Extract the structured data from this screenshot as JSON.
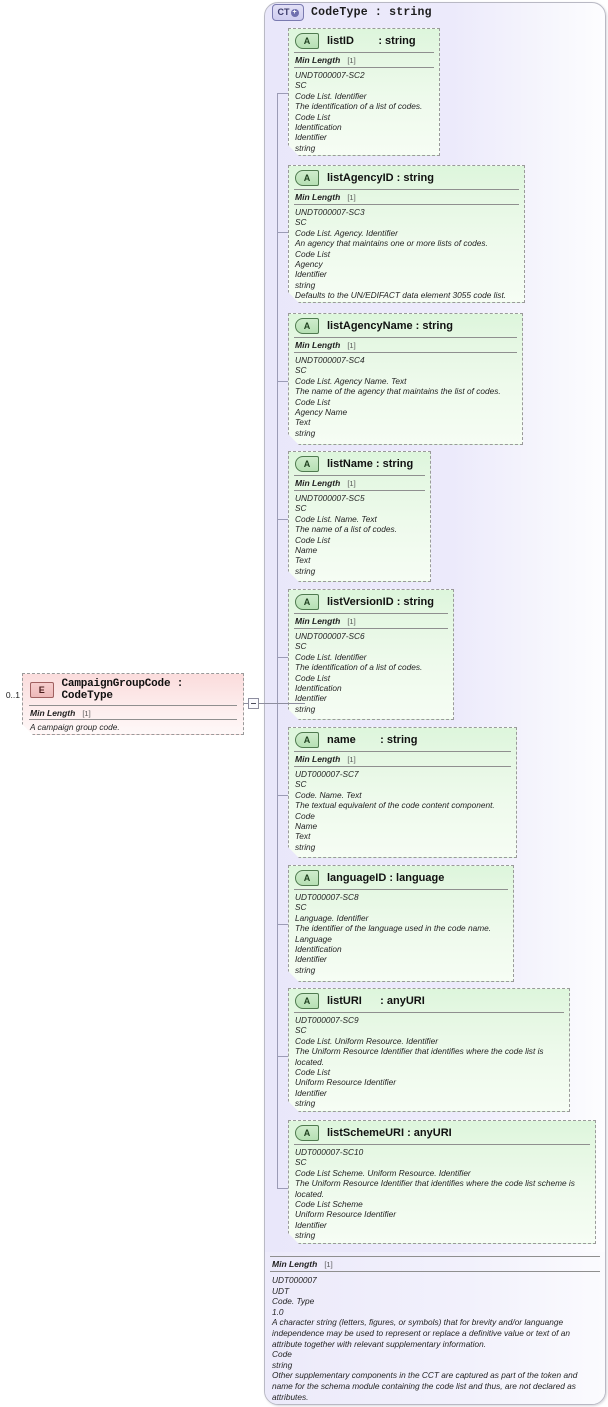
{
  "diagram": {
    "complex_type": {
      "badge": "CT",
      "badge_icon": "plus-circle-icon",
      "title": "CodeType : string",
      "footer_facet_label": "Min Length",
      "footer_facet_cardinality": "[1]",
      "footer_doc": [
        "UDT000007",
        "UDT",
        "Code. Type",
        "1.0",
        "A character string (letters, figures, or symbols) that for brevity and/or languange independence may be used to represent or replace a definitive value or text of an attribute together with relevant supplementary information.",
        "Code",
        "string",
        "Other supplementary components in the CCT are captured as part of the token and name for the schema module containing the code list and thus, are not declared as attributes."
      ]
    },
    "element": {
      "badge": "E",
      "title": "CampaignGroupCode : CodeType",
      "cardinality": "0..1",
      "facet_label": "Min Length",
      "facet_cardinality": "[1]",
      "doc": "A campaign group code."
    },
    "connector": {
      "icon": "collapse-minus-icon"
    },
    "attributes": [
      {
        "badge": "A",
        "name": "listID",
        "type": ": string",
        "name_pad": "listID        : string",
        "facet_label": "Min Length",
        "facet_cardinality": "[1]",
        "doc": [
          "UNDT000007-SC2",
          "SC",
          "Code List. Identifier",
          "The identification of a list of codes.",
          "Code List",
          "Identification",
          "Identifier",
          "string"
        ]
      },
      {
        "badge": "A",
        "name": "listAgencyID",
        "type": ": string",
        "name_pad": "listAgencyID : string",
        "facet_label": "Min Length",
        "facet_cardinality": "[1]",
        "doc": [
          "UNDT000007-SC3",
          "SC",
          "Code List. Agency. Identifier",
          "An agency that maintains one or more lists of codes.",
          "Code List",
          "Agency",
          "Identifier",
          "string",
          "Defaults to the UN/EDIFACT data element 3055 code list."
        ]
      },
      {
        "badge": "A",
        "name": "listAgencyName",
        "type": ": string",
        "name_pad": "listAgencyName : string",
        "facet_label": "Min Length",
        "facet_cardinality": "[1]",
        "doc": [
          "UNDT000007-SC4",
          "SC",
          "Code List. Agency Name. Text",
          "The name of the agency that maintains the list of codes.",
          "Code List",
          "Agency Name",
          "Text",
          "string"
        ]
      },
      {
        "badge": "A",
        "name": "listName",
        "type": ": string",
        "name_pad": "listName : string",
        "facet_label": "Min Length",
        "facet_cardinality": "[1]",
        "doc": [
          "UNDT000007-SC5",
          "SC",
          "Code List. Name. Text",
          "The name of a list of codes.",
          "Code List",
          "Name",
          "Text",
          "string"
        ]
      },
      {
        "badge": "A",
        "name": "listVersionID",
        "type": ": string",
        "name_pad": "listVersionID : string",
        "facet_label": "Min Length",
        "facet_cardinality": "[1]",
        "doc": [
          "UNDT000007-SC6",
          "SC",
          "Code List. Identifier",
          "The identification of a list of codes.",
          "Code List",
          "Identification",
          "Identifier",
          "string"
        ]
      },
      {
        "badge": "A",
        "name": "name",
        "type": ": string",
        "name_pad": "name        : string",
        "facet_label": "Min Length",
        "facet_cardinality": "[1]",
        "doc": [
          "UDT000007-SC7",
          "SC",
          "Code. Name. Text",
          "The textual equivalent of the code content component.",
          "Code",
          "Name",
          "Text",
          "string"
        ]
      },
      {
        "badge": "A",
        "name": "languageID",
        "type": ": language",
        "name_pad": "languageID : language",
        "facet_label": null,
        "facet_cardinality": null,
        "doc": [
          "UDT000007-SC8",
          "SC",
          "Language. Identifier",
          "The identifier of the language used in the code name.",
          "Language",
          "Identification",
          "Identifier",
          "string"
        ]
      },
      {
        "badge": "A",
        "name": "listURI",
        "type": ": anyURI",
        "name_pad": "listURI      : anyURI",
        "facet_label": null,
        "facet_cardinality": null,
        "doc": [
          "UDT000007-SC9",
          "SC",
          "Code List. Uniform Resource. Identifier",
          "The Uniform Resource Identifier that identifies where the code list is located.",
          "Code List",
          "Uniform Resource Identifier",
          "Identifier",
          "string"
        ]
      },
      {
        "badge": "A",
        "name": "listSchemeURI",
        "type": ": anyURI",
        "name_pad": "listSchemeURI : anyURI",
        "facet_label": null,
        "facet_cardinality": null,
        "doc": [
          "UDT000007-SC10",
          "SC",
          "Code List Scheme. Uniform Resource. Identifier",
          "The Uniform Resource Identifier that identifies where the code list scheme is located.",
          "Code List Scheme",
          "Uniform Resource Identifier",
          "Identifier",
          "string"
        ]
      }
    ]
  }
}
